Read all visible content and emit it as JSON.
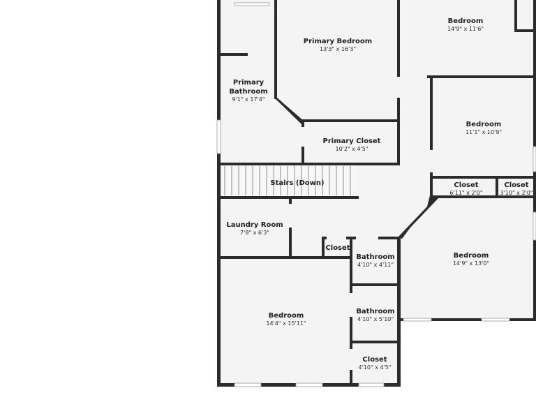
{
  "watermark": "",
  "rooms": [
    {
      "id": "primary-bedroom",
      "name": "Primary Bedroom",
      "dims": "13'3\" x 16'3\""
    },
    {
      "id": "bedroom-top-right",
      "name": "Bedroom",
      "dims": "14'9\" x 11'6\""
    },
    {
      "id": "primary-bathroom",
      "name_line1": "Primary",
      "name_line2": "Bathroom",
      "dims": "9'1\" x 17'4\""
    },
    {
      "id": "bedroom-right",
      "name": "Bedroom",
      "dims": "11'1\" x 10'9\""
    },
    {
      "id": "primary-closet",
      "name": "Primary Closet",
      "dims": "10'2\" x 4'5\""
    },
    {
      "id": "stairs",
      "name": "Stairs (Down)"
    },
    {
      "id": "closet-right-1",
      "name": "Closet",
      "dims": "6'11\" x 2'0\""
    },
    {
      "id": "closet-right-2",
      "name": "Closet",
      "dims": "3'10\" x 2'0\""
    },
    {
      "id": "laundry-room",
      "name": "Laundry Room",
      "dims": "7'8\" x 6'3\""
    },
    {
      "id": "closet-small",
      "name": "Closet"
    },
    {
      "id": "bathroom-1",
      "name": "Bathroom",
      "dims": "4'10\" x 4'11\""
    },
    {
      "id": "bedroom-lower-right",
      "name": "Bedroom",
      "dims": "14'9\" x 13'0\""
    },
    {
      "id": "bathroom-2",
      "name": "Bathroom",
      "dims": "4'10\" x 5'10\""
    },
    {
      "id": "bedroom-bottom-left",
      "name": "Bedroom",
      "dims": "14'4\" x 15'11\""
    },
    {
      "id": "closet-bottom",
      "name": "Closet",
      "dims": "4'10\" x 4'5\""
    }
  ]
}
